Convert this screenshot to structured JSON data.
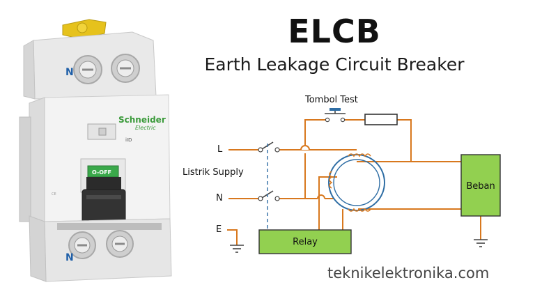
{
  "title": "ELCB",
  "subtitle": "Earth Leakage Circuit Breaker",
  "labels": {
    "tombol_test": "Tombol Test",
    "l": "L",
    "listrik_supply": "Listrik Supply",
    "n": "N",
    "e": "E",
    "beban": "Beban",
    "relay": "Relay"
  },
  "device": {
    "brand": "Schneider",
    "brand_sub": "Electric",
    "model": "iID",
    "switch_label": "O-OFF",
    "terminal_top": "N",
    "terminal_bottom": "N"
  },
  "watermark": "teknikelektronika.com",
  "colors": {
    "wire": "#d8781e",
    "box_fill": "#92d050",
    "ring": "#2e6da4",
    "dashed": "#2e6da4"
  }
}
